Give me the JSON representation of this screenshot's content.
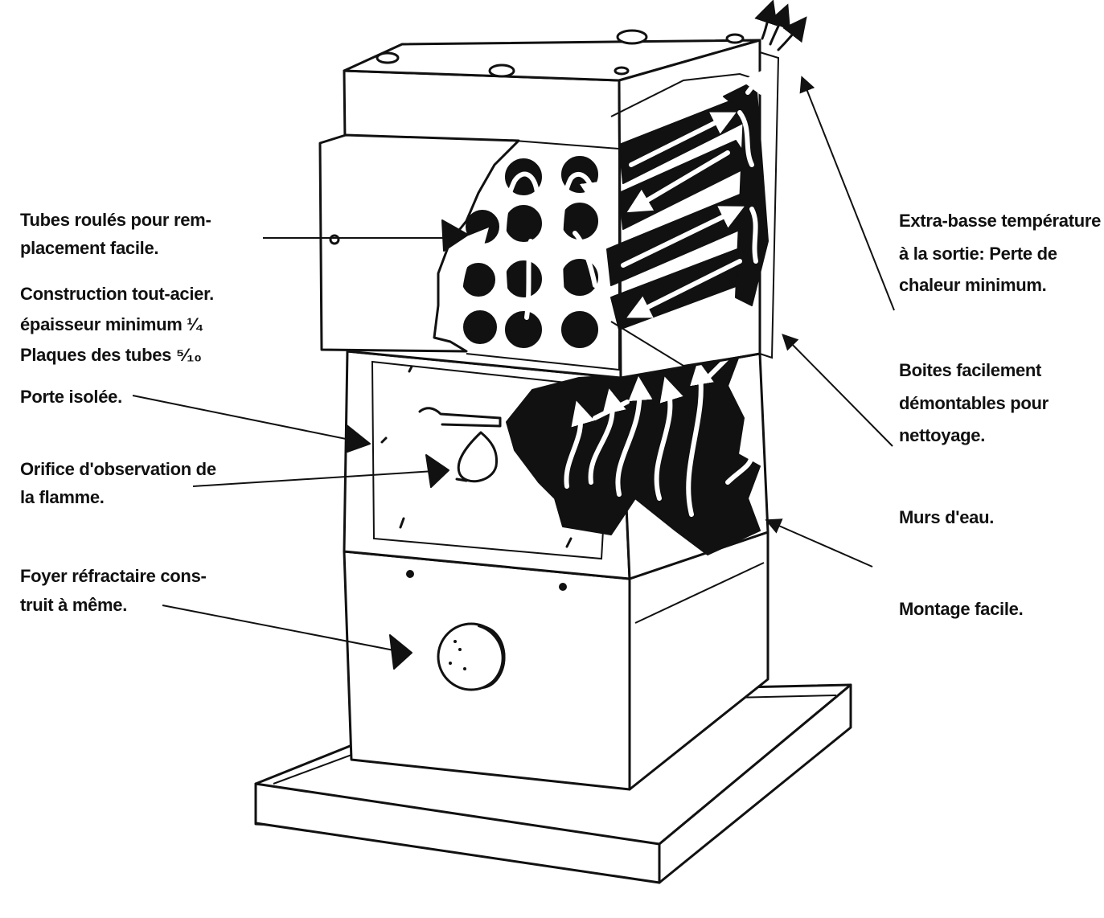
{
  "labels": {
    "tubes": [
      "Tubes roulés pour rem-",
      "placement facile."
    ],
    "construction": [
      "Construction tout-acier.",
      "épaisseur minimum ¹⁄₄",
      "Plaques des tubes ⁵⁄₁₀"
    ],
    "porte": "Porte isolée.",
    "orifice": [
      "Orifice d'observation de",
      "la flamme."
    ],
    "foyer": [
      "Foyer réfractaire cons-",
      "truit à même."
    ],
    "extra": [
      "Extra-basse température",
      "à la sortie: Perte de",
      "chaleur minimum."
    ],
    "boites": [
      "Boites facilement",
      "démontables pour",
      "nettoyage."
    ],
    "murs": "Murs d'eau.",
    "montage": "Montage facile."
  },
  "colors": {
    "ink": "#111111",
    "paper": "#ffffff"
  }
}
